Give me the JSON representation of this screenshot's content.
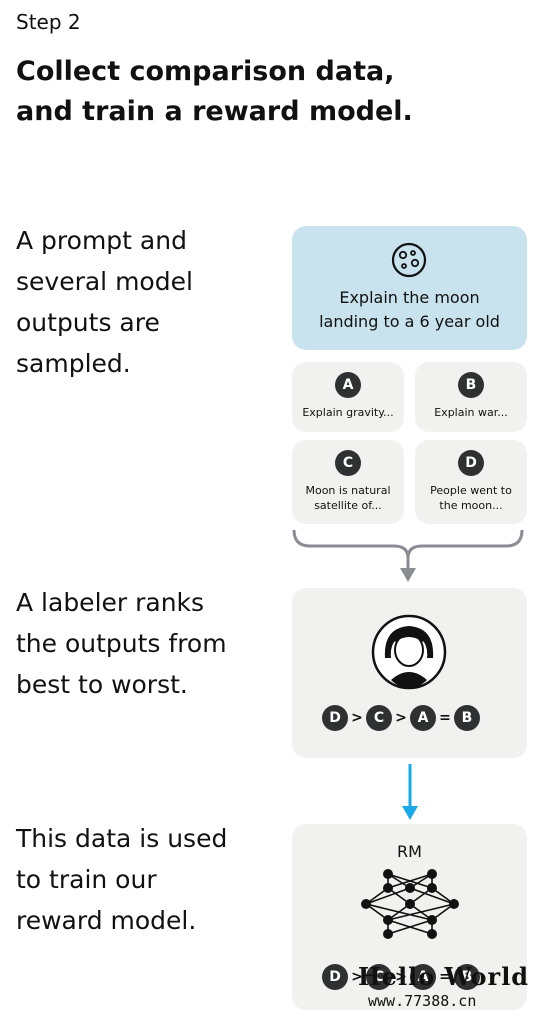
{
  "step": "Step 2",
  "heading": "Collect comparison data, and train a reward model.",
  "descriptions": {
    "sample": [
      "A prompt and",
      "several model",
      "outputs are",
      "sampled."
    ],
    "rank": [
      "A labeler ranks",
      "the outputs from",
      "best to worst."
    ],
    "train": [
      "This data is used",
      "to train our",
      "reward model."
    ]
  },
  "prompt": {
    "icon": "moon-icon",
    "lines": [
      "Explain the moon",
      "landing to a 6 year old"
    ]
  },
  "outputs": [
    {
      "letter": "A",
      "lines": [
        "Explain gravity..."
      ]
    },
    {
      "letter": "B",
      "lines": [
        "Explain war..."
      ]
    },
    {
      "letter": "C",
      "lines": [
        "Moon is natural",
        "satellite of..."
      ]
    },
    {
      "letter": "D",
      "lines": [
        "People went to",
        "the moon..."
      ]
    }
  ],
  "ranking": {
    "labeler_icon": "person-icon",
    "items": [
      "D",
      ">",
      "C",
      ">",
      "A",
      "=",
      "B"
    ]
  },
  "reward_model": {
    "label": "RM",
    "icon": "neural-network-icon",
    "ranking_items": [
      "D",
      ">",
      "C",
      ">",
      "A",
      "=",
      "B"
    ]
  },
  "watermark": {
    "line1": "Hello World",
    "line2": "www.77388.cn"
  },
  "colors": {
    "prompt_card": "#c9e3ee",
    "output_card": "#f1f1ef",
    "badge": "#2f3032",
    "arrow_gray": "#8a8c94",
    "arrow_blue": "#19a8e8"
  }
}
